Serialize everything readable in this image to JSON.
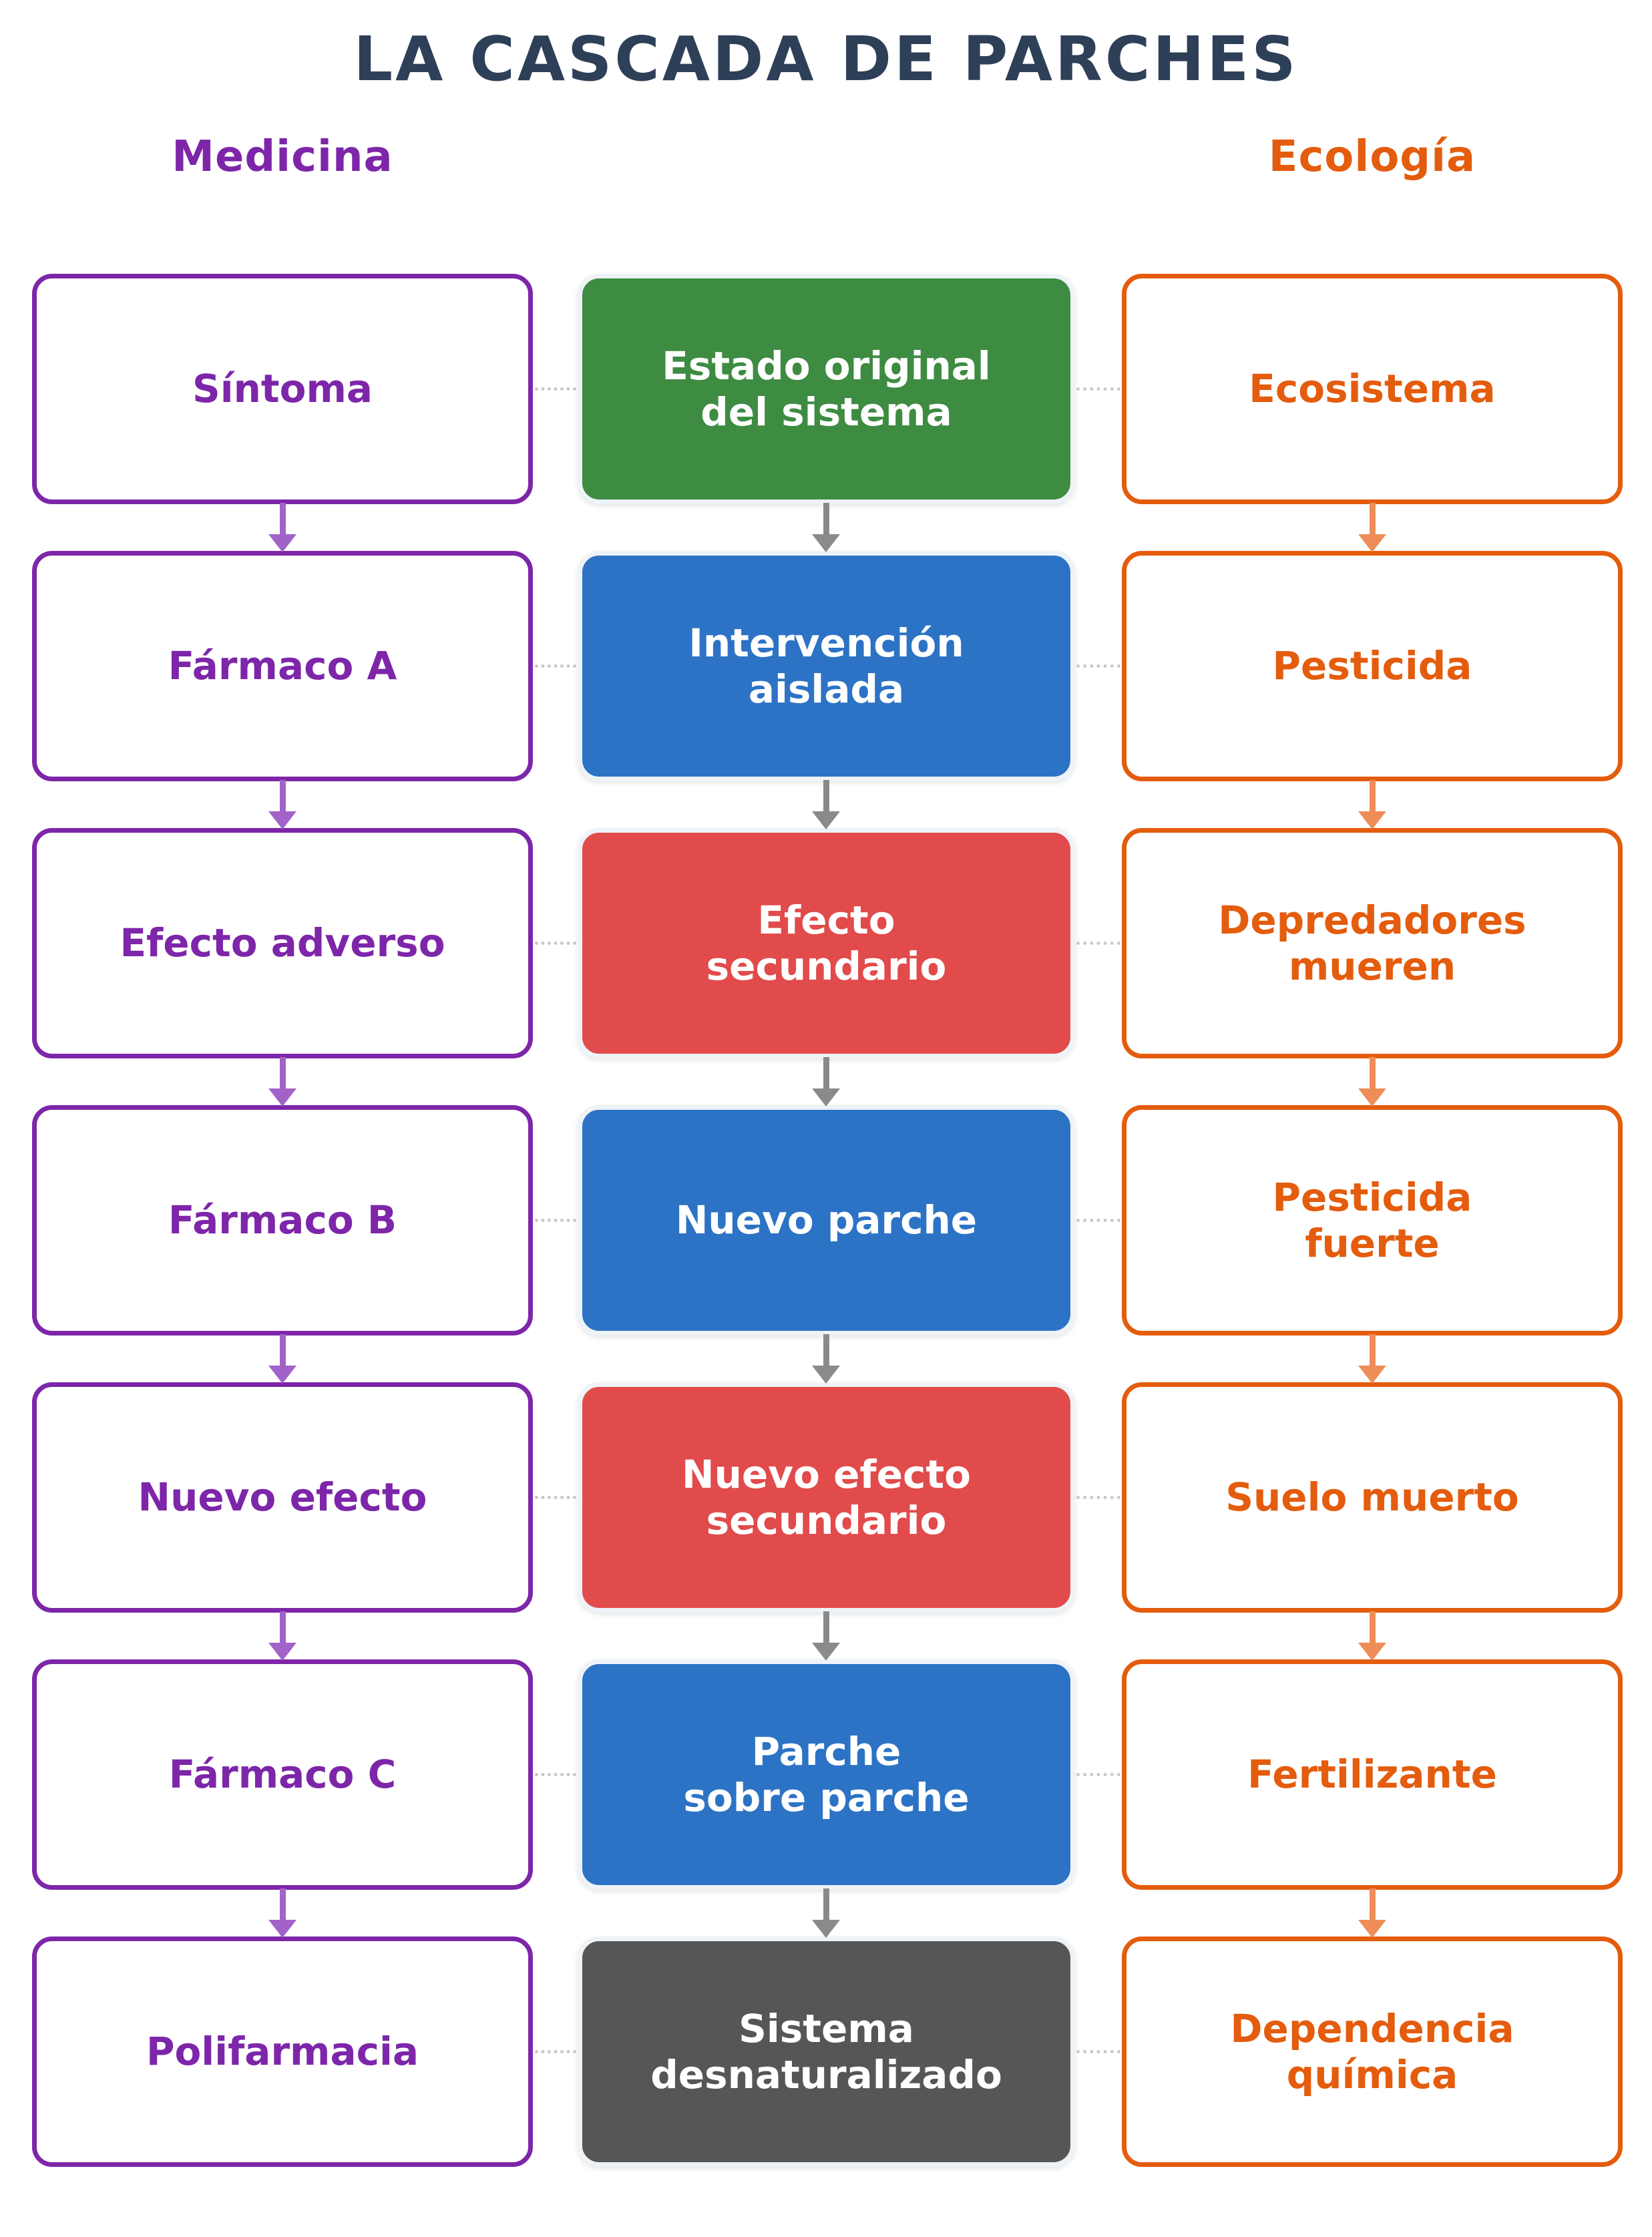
{
  "title": "LA CASCADA DE PARCHES",
  "columns": {
    "left_header": "Medicina",
    "right_header": "Ecología"
  },
  "rows": [
    {
      "left": "Síntoma",
      "middle": "Estado original\ndel sistema",
      "middle_color": "green",
      "right": "Ecosistema"
    },
    {
      "left": "Fármaco A",
      "middle": "Intervención\naislada",
      "middle_color": "blue",
      "right": "Pesticida"
    },
    {
      "left": "Efecto adverso",
      "middle": "Efecto\nsecundario",
      "middle_color": "red",
      "right": "Depredadores\nmueren"
    },
    {
      "left": "Fármaco B",
      "middle": "Nuevo parche",
      "middle_color": "blue",
      "right": "Pesticida\nfuerte"
    },
    {
      "left": "Nuevo efecto",
      "middle": "Nuevo efecto\nsecundario",
      "middle_color": "red",
      "right": "Suelo muerto"
    },
    {
      "left": "Fármaco C",
      "middle": "Parche\nsobre parche",
      "middle_color": "blue",
      "right": "Fertilizante"
    },
    {
      "left": "Polifarmacia",
      "middle": "Sistema\ndesnaturalizado",
      "middle_color": "dark",
      "right": "Dependencia\nquímica"
    }
  ],
  "colors": {
    "title": "#2e4057",
    "medicine": "#7d26a9",
    "medicine_arrow": "#a263c9",
    "ecology": "#e45c0d",
    "ecology_arrow": "#ee8d58",
    "middle_arrow": "#8a8a8a",
    "connector": "#c9c9c9",
    "green": "#3e8b42",
    "blue": "#2c73c5",
    "red": "#e14b4b",
    "dark": "#565656"
  }
}
